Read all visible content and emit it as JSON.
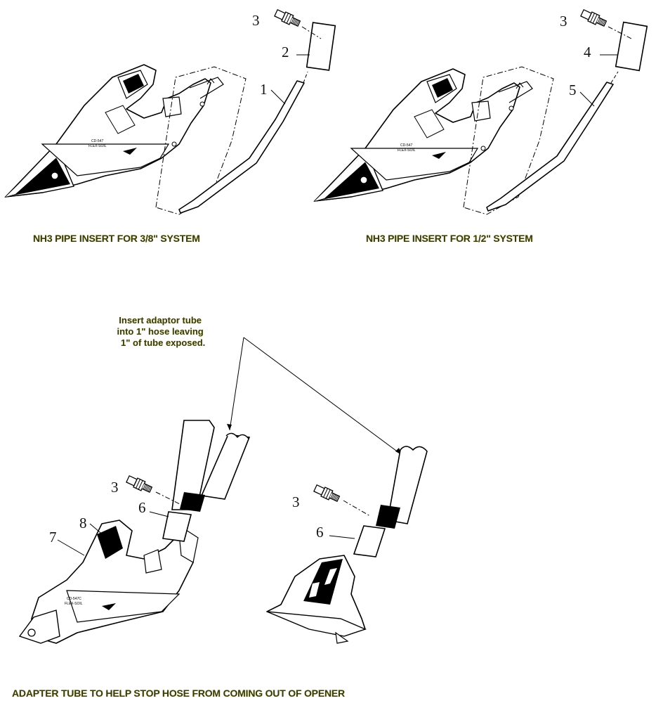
{
  "captions": {
    "top_left": "NH3 PIPE INSERT FOR 3/8\" SYSTEM",
    "top_right": "NH3 PIPE INSERT FOR 1/2\" SYSTEM",
    "bottom": "ADAPTER TUBE TO HELP STOP HOSE FROM COMING OUT OF OPENER"
  },
  "note": {
    "line1": "Insert adaptor tube",
    "line2": "into 1\" hose leaving",
    "line3": "1\" of tube exposed."
  },
  "callouts": {
    "tl_3": "3",
    "tl_2": "2",
    "tl_1": "1",
    "tr_3": "3",
    "tr_4": "4",
    "tr_5": "5",
    "bl_3": "3",
    "bl_6": "6",
    "bl_8": "8",
    "bl_7": "7",
    "br_3": "3",
    "br_6": "6"
  },
  "colors": {
    "caption_text": "#3a3a10",
    "caption_glow": "#d8d860",
    "line": "#000000"
  }
}
